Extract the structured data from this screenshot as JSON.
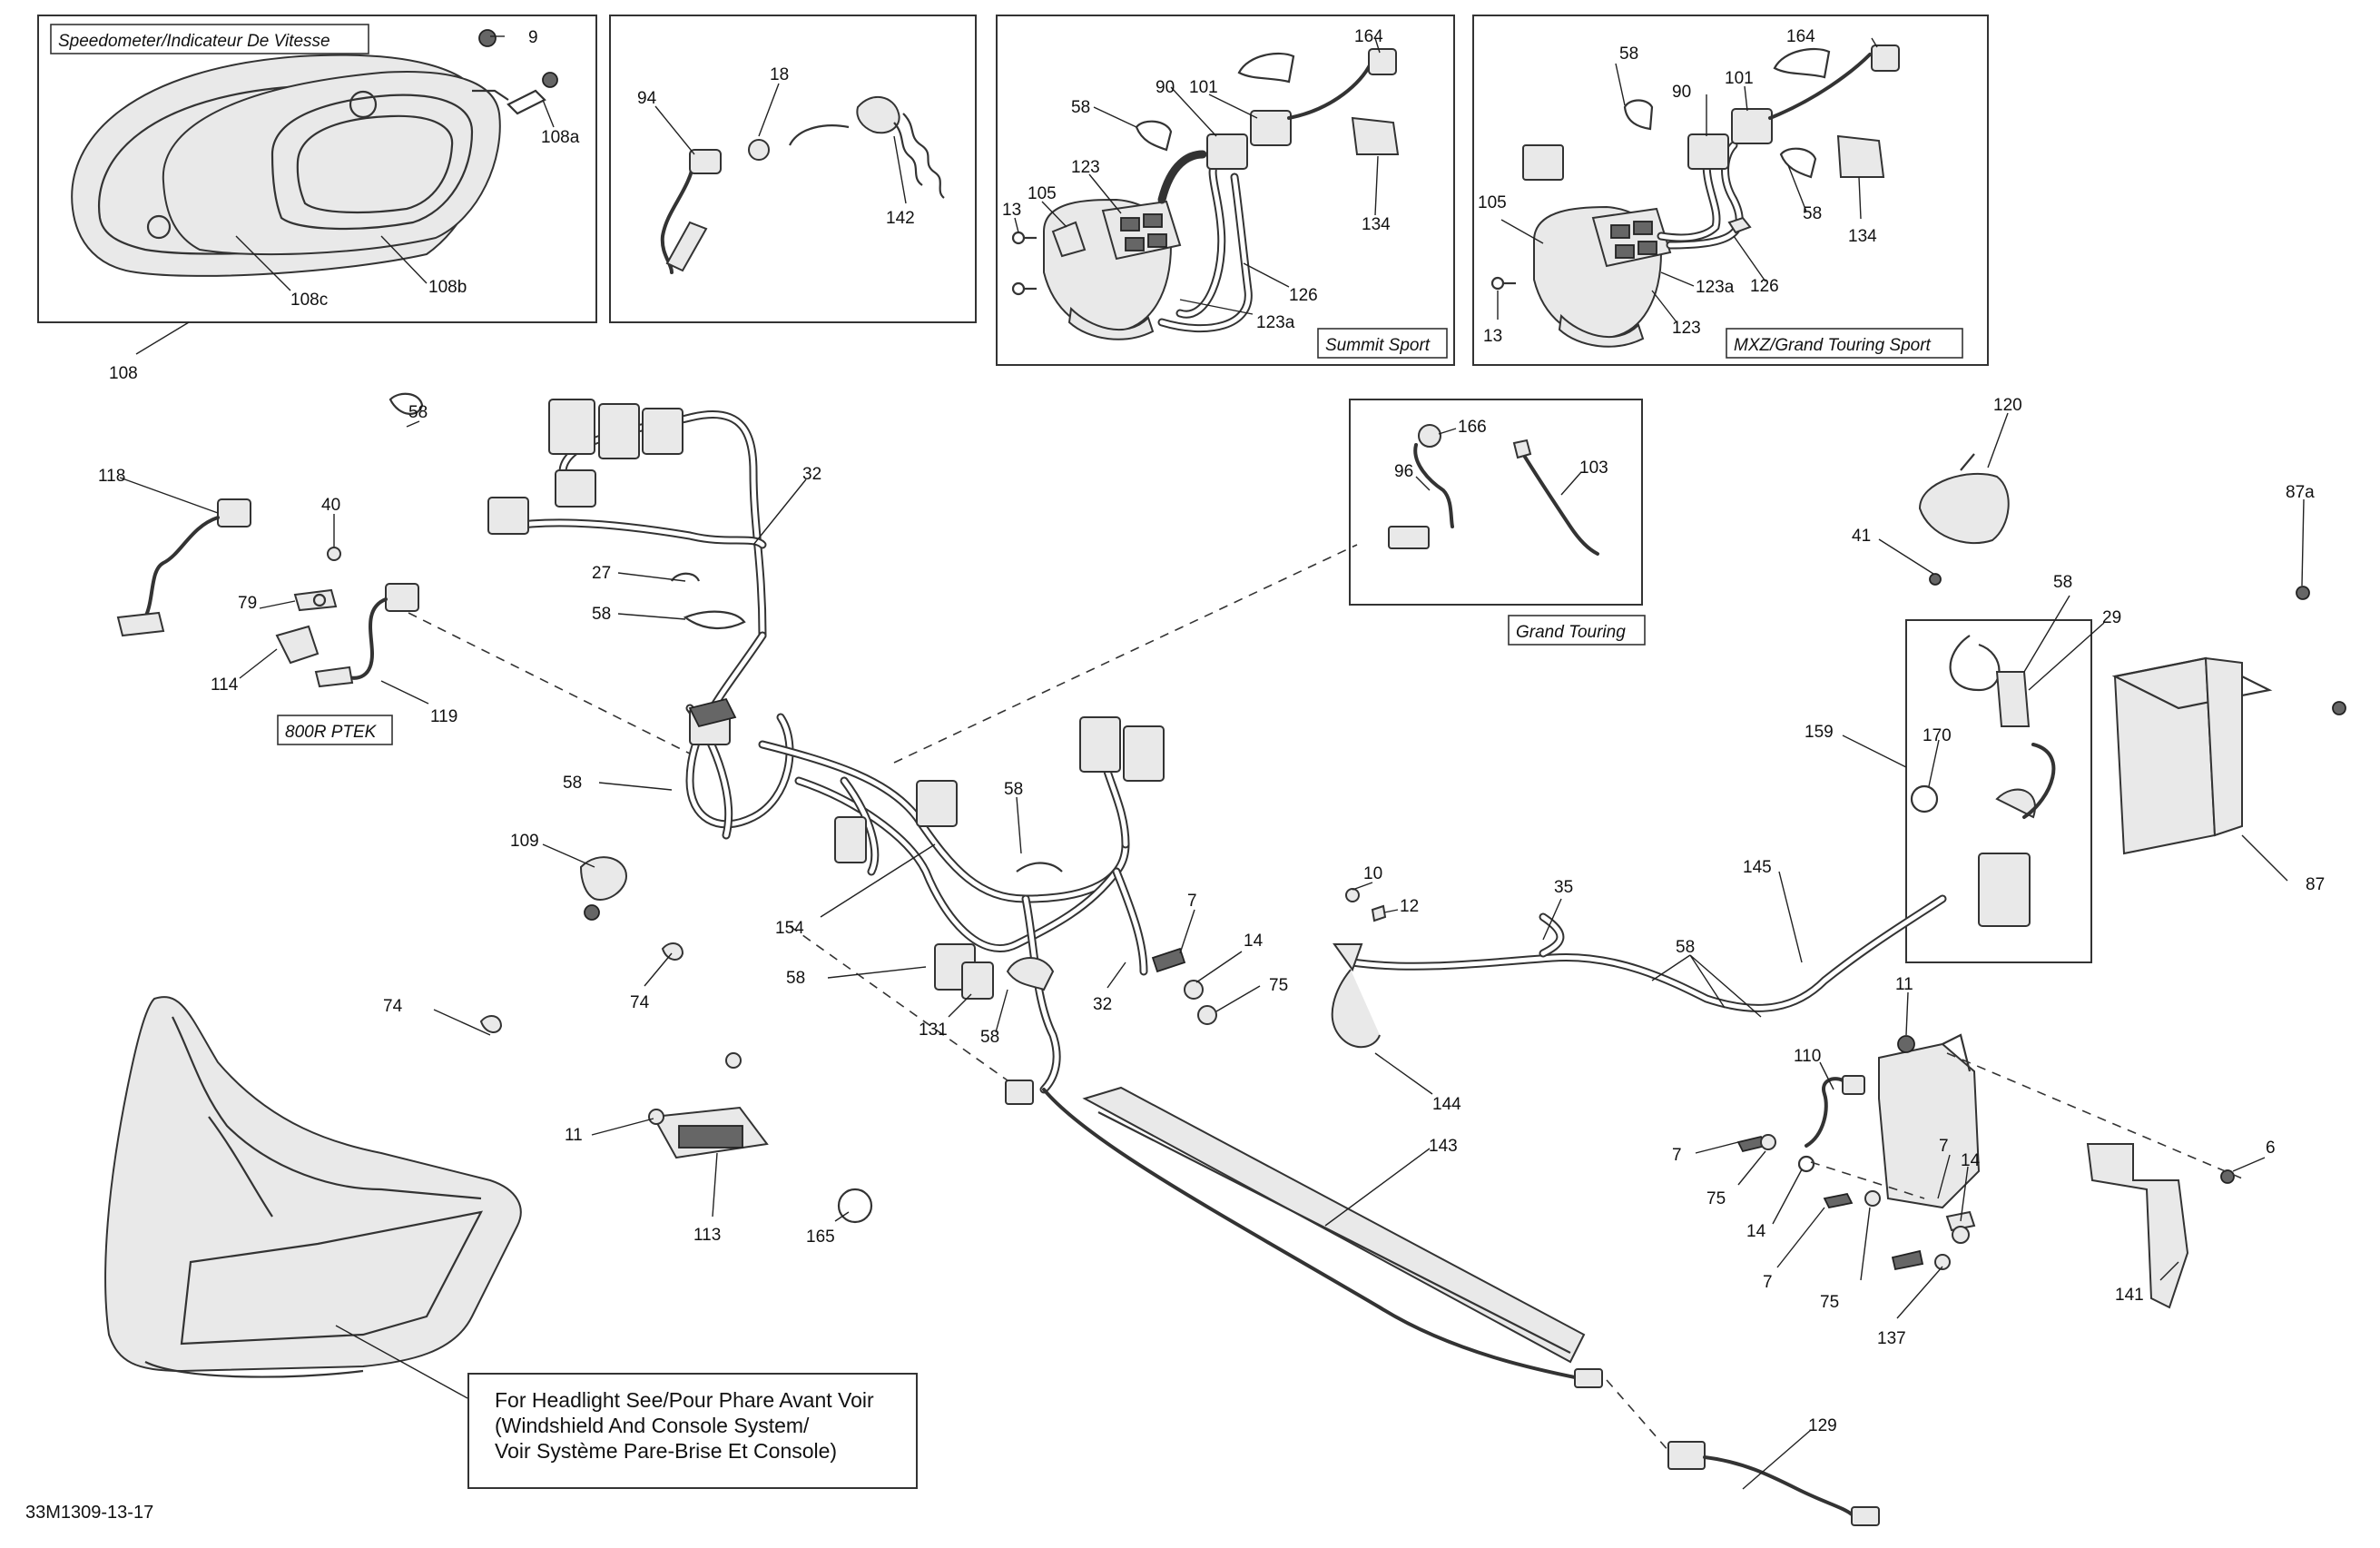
{
  "diagram": {
    "figure_code": "33M1309-13-17",
    "inset_labels": {
      "speedometer": "Speedometer/Indicateur De Vitesse",
      "summit": "Summit Sport",
      "mxz": "MXZ/Grand Touring Sport",
      "grand_touring": "Grand Touring",
      "ptek": "800R PTEK"
    },
    "note_lines": [
      "For Headlight See/Pour Phare Avant Voir",
      "(Windshield And Console System/",
      "Voir Système Pare-Brise Et Console)"
    ],
    "callouts": [
      "9",
      "108a",
      "108c",
      "108b",
      "108",
      "94",
      "18",
      "142",
      "58",
      "164",
      "90",
      "101",
      "123",
      "13",
      "105",
      "134",
      "126",
      "123a",
      "58",
      "164",
      "90",
      "101",
      "105",
      "58",
      "134",
      "123a",
      "126",
      "13",
      "123",
      "58",
      "118",
      "40",
      "79",
      "114",
      "119",
      "32",
      "27",
      "58",
      "166",
      "96",
      "103",
      "120",
      "87a",
      "41",
      "58",
      "29",
      "159",
      "170",
      "87",
      "58",
      "109",
      "58",
      "154",
      "10",
      "12",
      "35",
      "145",
      "58",
      "7",
      "14",
      "75",
      "74",
      "74",
      "58",
      "131",
      "32",
      "58",
      "11",
      "144",
      "11",
      "110",
      "7",
      "75",
      "14",
      "7",
      "14",
      "7",
      "75",
      "6",
      "137",
      "141",
      "113",
      "165",
      "143",
      "129"
    ]
  }
}
